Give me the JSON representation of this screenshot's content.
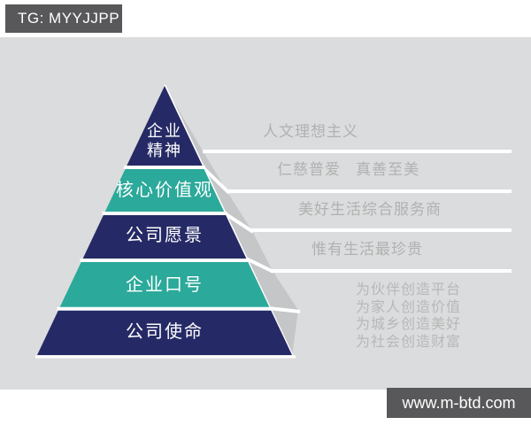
{
  "header": {
    "tag": "TG: MYYJJPP"
  },
  "footer": {
    "url": "www.m-btd.com"
  },
  "colors": {
    "page_bg": "#ffffff",
    "canvas_bg": "#dbdcdd",
    "navy": "#252a66",
    "teal": "#2ba99a",
    "side_gray": "#c5c6c8",
    "bar_gray": "#58585a",
    "note_text": "#b0b1b1",
    "level_text": "#ffffff"
  },
  "pyramid": {
    "levels": [
      {
        "label_lines": [
          "企业",
          "精神"
        ],
        "color": "navy"
      },
      {
        "label": "核心价值观",
        "color": "teal"
      },
      {
        "label": "公司愿景",
        "color": "navy"
      },
      {
        "label": "企业口号",
        "color": "teal"
      },
      {
        "label": "公司使命",
        "color": "navy"
      }
    ]
  },
  "annotations": [
    {
      "text": "人文理想主义"
    },
    {
      "text": "仁慈普爱   真善至美"
    },
    {
      "text": "美好生活综合服务商"
    },
    {
      "text": "惟有生活最珍贵"
    },
    {
      "lines": [
        "为伙伴创造平台",
        "为家人创造价值",
        "为城乡创造美好",
        "为社会创造财富"
      ]
    }
  ]
}
